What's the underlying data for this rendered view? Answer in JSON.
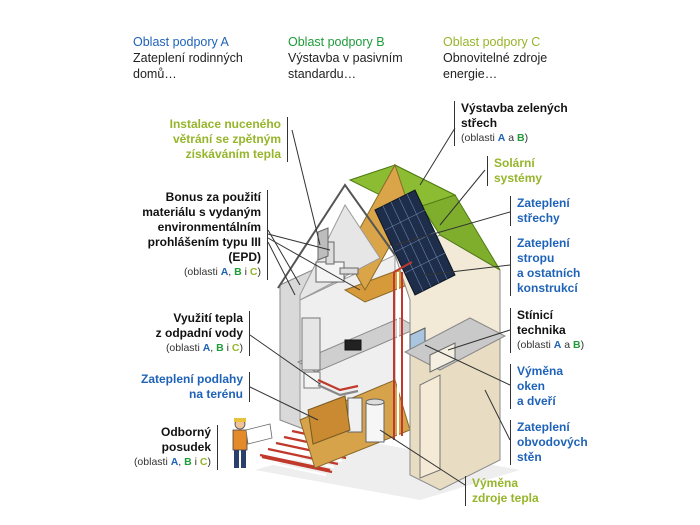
{
  "colors": {
    "area_a": "#1f63b8",
    "area_b": "#1f9b3a",
    "area_c": "#96b52b",
    "label_black": "#111111"
  },
  "header": [
    {
      "title": "Oblast podpory A",
      "desc1": "Zateplení rodinných",
      "desc2": "domů…",
      "color": "area_a"
    },
    {
      "title": "Oblast podpory B",
      "desc1": "Výstavba v pasivním",
      "desc2": "standardu…",
      "color": "area_b"
    },
    {
      "title": "Oblast podpory C",
      "desc1": "Obnovitelné zdroje",
      "desc2": "energie…",
      "color": "area_c"
    }
  ],
  "left_labels": {
    "ventilation": {
      "lines": [
        "Instalace nuceného",
        "větrání se zpětným",
        "získáváním tepla"
      ]
    },
    "epd": {
      "lines": [
        "Bonus za použití",
        "materiálu s vydaným",
        "environmentálním",
        "prohlášením typu III",
        "(EPD)"
      ],
      "sub": {
        "prefix": "(oblasti ",
        "a": "A",
        "sep1": ", ",
        "b": "B",
        "sep2": " i ",
        "c": "C",
        "suffix": ")"
      }
    },
    "waste_heat": {
      "lines": [
        "Využití tepla",
        "z odpadní vody"
      ],
      "sub": {
        "prefix": "(oblasti ",
        "a": "A",
        "sep1": ", ",
        "b": "B",
        "sep2": " i ",
        "c": "C",
        "suffix": ")"
      }
    },
    "floor": {
      "lines": [
        "Zateplení podlahy",
        "na terénu"
      ]
    },
    "assessment": {
      "lines": [
        "Odborný",
        "posudek"
      ],
      "sub": {
        "prefix": "(oblasti ",
        "a": "A",
        "sep1": ", ",
        "b": "B",
        "sep2": " i ",
        "c": "C",
        "suffix": ")"
      }
    }
  },
  "right_labels": {
    "green_roof": {
      "lines": [
        "Výstavba zelených",
        "střech"
      ],
      "sub": {
        "prefix": "(oblasti ",
        "a": "A",
        "sep": " a ",
        "b": "B",
        "suffix": ")"
      }
    },
    "solar": {
      "lines": [
        "Solární",
        "systémy"
      ]
    },
    "roof_insulation": {
      "lines": [
        "Zateplení",
        "střechy"
      ]
    },
    "ceiling_insulation": {
      "lines": [
        "Zateplení",
        "stropu",
        "a ostatních",
        "konstrukcí"
      ]
    },
    "shading": {
      "lines": [
        "Stínicí",
        "technika"
      ],
      "sub": {
        "prefix": "(oblasti ",
        "a": "A",
        "sep": " a ",
        "b": "B",
        "suffix": ")"
      }
    },
    "windows": {
      "lines": [
        "Výměna",
        "oken",
        "a dveří"
      ]
    },
    "facade": {
      "lines": [
        "Zateplení",
        "obvodových",
        "stěn"
      ]
    },
    "heat_source": {
      "lines": [
        "Výměna",
        "zdroje tepla"
      ]
    }
  }
}
